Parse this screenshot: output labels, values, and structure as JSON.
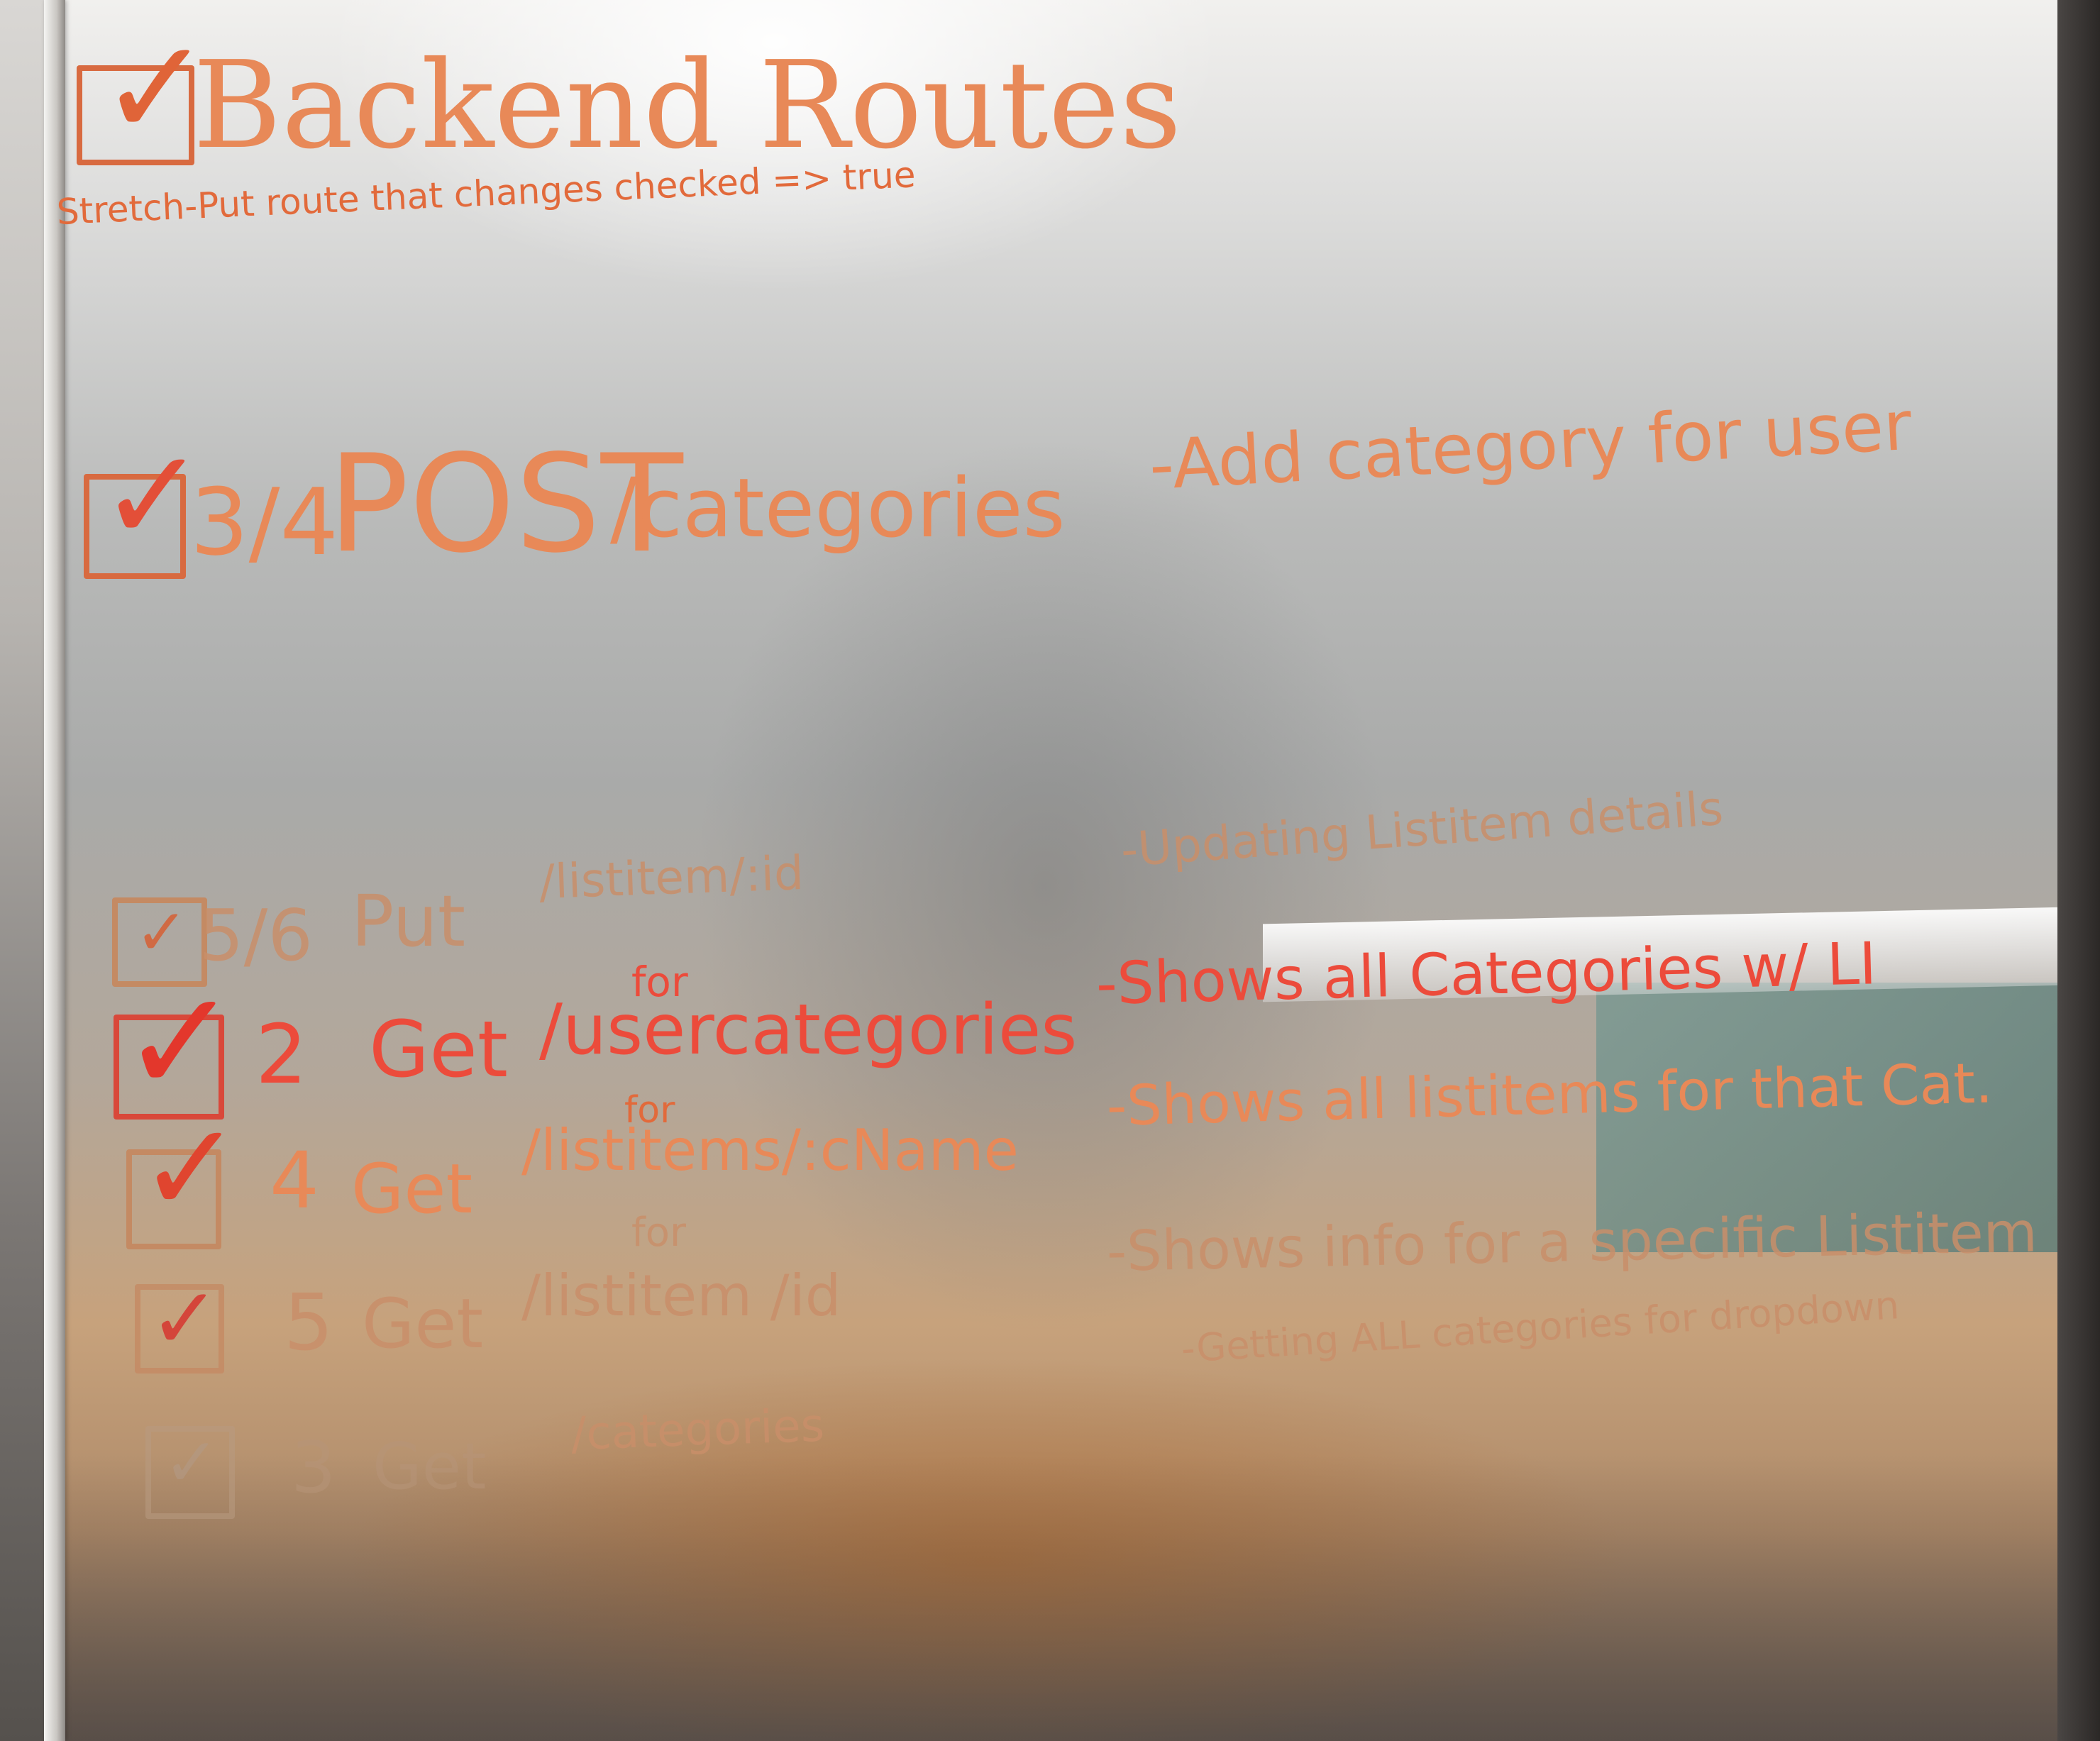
{
  "whiteboard": {
    "title": "Backend Routes",
    "stretch_note": "Stretch-Put route that changes checked => true",
    "routes": [
      {
        "number": "3/4",
        "method": "POST",
        "path": "/categories",
        "for": "",
        "description": "-Add category for user"
      },
      {
        "number": "5/6",
        "method": "Put",
        "path": "/listitem/:id",
        "for": "",
        "description": "-Updating Listitem details"
      },
      {
        "number": "2",
        "method": "Get",
        "path": "/usercategories",
        "for": "for",
        "description": "-Shows all Categories w/ LI"
      },
      {
        "number": "4",
        "method": "Get",
        "path": "/listitems/:cName",
        "for": "for",
        "description": "-Shows all listitems for that Cat."
      },
      {
        "number": "5",
        "method": "Get",
        "path": "/listitem /id",
        "for": "for",
        "description": "-Shows info for a specific Listitem"
      },
      {
        "number": "3",
        "method": "Get",
        "path": "/categories",
        "for": "",
        "description": "-Getting ALL categories for dropdown"
      }
    ],
    "check_glyph": "✓"
  },
  "colors": {
    "marker_orange": "#e26a3b",
    "marker_red": "#ec4b3b"
  }
}
